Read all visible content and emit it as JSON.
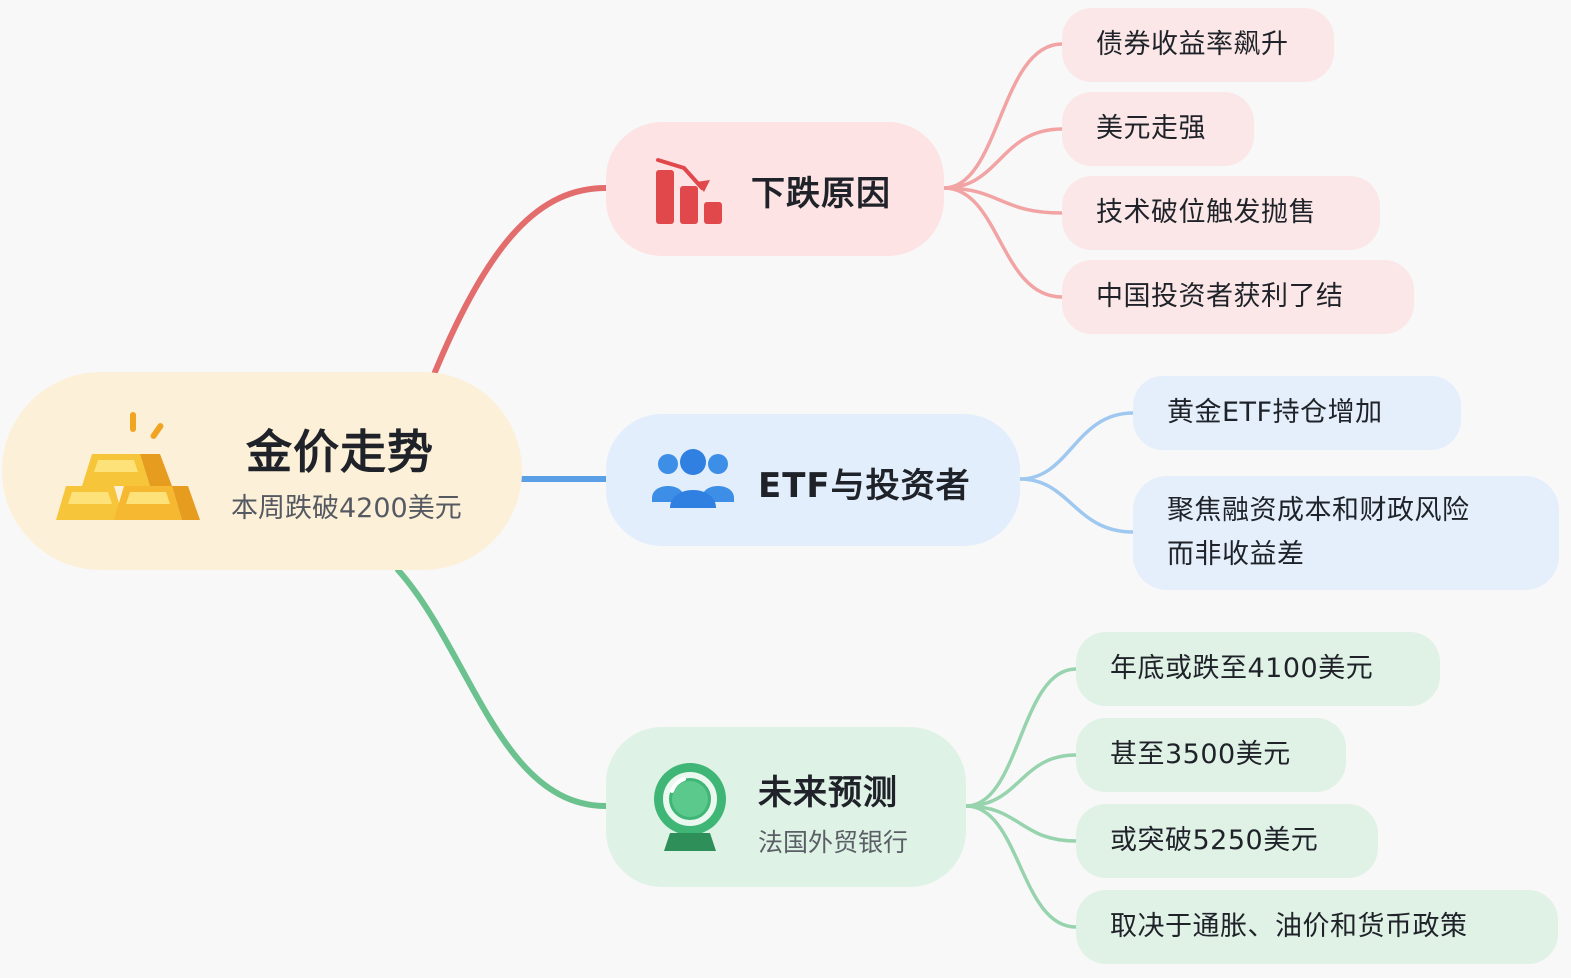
{
  "root": {
    "title": "金价走势",
    "subtitle": "本周跌破4200美元",
    "icon": "gold-bars-icon"
  },
  "branches": [
    {
      "key": "fall",
      "title": "下跌原因",
      "icon": "bar-chart-down-icon",
      "color": "#e36d6d",
      "children": [
        "债券收益率飙升",
        "美元走强",
        "技术破位触发抛售",
        "中国投资者获利了结"
      ]
    },
    {
      "key": "etf",
      "title": "ETF与投资者",
      "icon": "people-group-icon",
      "color": "#5ba0e6",
      "children": [
        "黄金ETF持仓增加",
        "聚焦融资成本和财政风险",
        "而非收益差"
      ]
    },
    {
      "key": "future",
      "title": "未来预测",
      "subtitle": "法国外贸银行",
      "icon": "crystal-ball-icon",
      "color": "#6cc28f",
      "children": [
        "年底或跌至4100美元",
        "甚至3500美元",
        "或突破5250美元",
        "取决于通胀、油价和货币政策"
      ]
    }
  ],
  "colors": {
    "background": "#f8f8f8",
    "root_fill": "#fdf0d8",
    "red_fill": "#fde3e3",
    "blue_fill": "#e2eefb",
    "green_fill": "#dff2e6",
    "red_link": "#e36d6d",
    "red_leaf_link": "#f2a3a3",
    "blue_link": "#5ba0e6",
    "blue_leaf_link": "#9fc8f0",
    "green_link": "#6cc28f",
    "green_leaf_link": "#97d4ae"
  }
}
